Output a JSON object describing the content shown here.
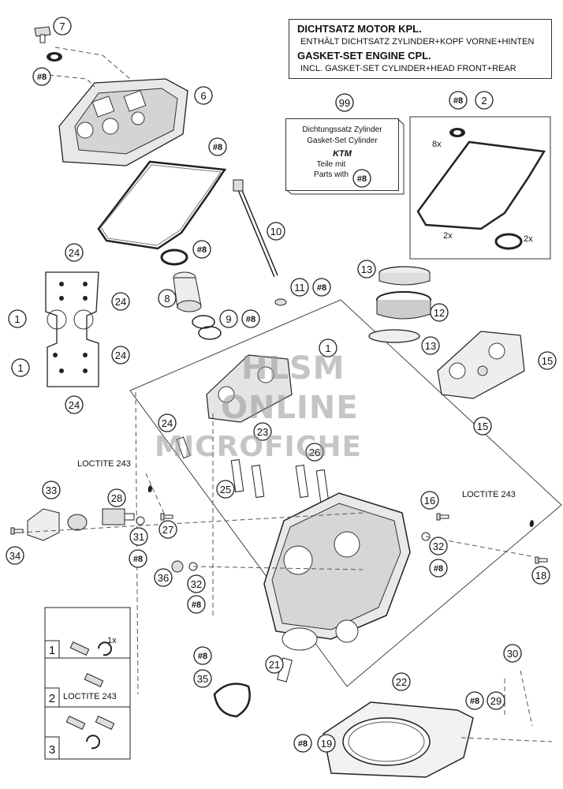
{
  "header": {
    "line1": "DICHTSATZ MOTOR KPL.",
    "line2": "ENTHÄLT DICHTSATZ ZYLINDER+KOPF VORNE+HINTEN",
    "line3": "GASKET-SET ENGINE CPL.",
    "line4": "INCL. GASKET-SET CYLINDER+HEAD FRONT+REAR"
  },
  "kit_box": {
    "line1": "Dichtungssatz Zylinder",
    "line2": "Gasket-Set Cylinder",
    "line3": "Teile mit",
    "line4": "Parts with",
    "badge": "#8",
    "logo": "KTM"
  },
  "watermark": {
    "line1": "HLSM",
    "line2": "ONLINE",
    "line3": "MICROFICHE"
  },
  "loctite": "LOCTITE 243",
  "callouts": {
    "c1": "1",
    "c2": "2",
    "c6": "6",
    "c7": "7",
    "c8": "8",
    "c9": "9",
    "c10": "10",
    "c11": "11",
    "c12": "12",
    "c13": "13",
    "c15": "15",
    "c16": "16",
    "c18": "18",
    "c19": "19",
    "c21": "21",
    "c22": "22",
    "c23": "23",
    "c24": "24",
    "c25": "25",
    "c26": "26",
    "c27": "27",
    "c28": "28",
    "c29": "29",
    "c30": "30",
    "c31": "31",
    "c32": "32",
    "c33": "33",
    "c34": "34",
    "c35": "35",
    "c36": "36",
    "c99": "99",
    "ref8": "#8"
  },
  "qty": {
    "x8": "8x",
    "x2": "2x",
    "x1": "1x"
  },
  "steps": {
    "s1": "1",
    "s2": "2",
    "s3": "3"
  }
}
